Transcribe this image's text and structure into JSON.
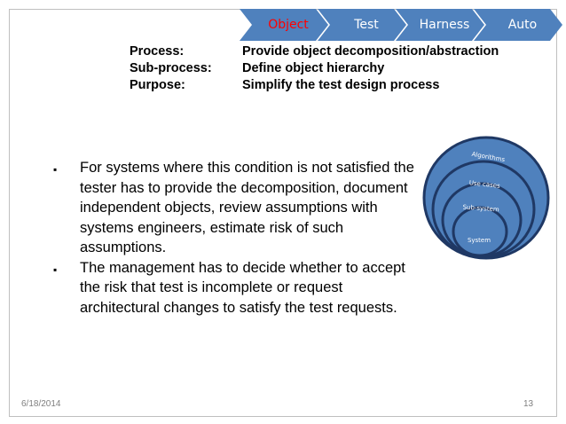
{
  "nav": {
    "steps": [
      "Object",
      "Test",
      "Harness",
      "Auto"
    ],
    "active_color": "#ff0000",
    "fill_color": "#4f81bd"
  },
  "meta": [
    {
      "key": "Process:",
      "value": "Provide object decomposition/abstraction"
    },
    {
      "key": "Sub-process:",
      "value": "Define object hierarchy"
    },
    {
      "key": "Purpose:",
      "value": "Simplify the test design process"
    }
  ],
  "bullets": [
    "For systems where this condition is not satisfied the tester has to provide the decomposition, document independent objects, review assumptions with systems engineers, estimate risk of such assumptions.",
    "The management has to decide whether to accept the risk that test is incomplete or request architectural changes to satisfy the test requests."
  ],
  "diagram": {
    "layers": [
      "Algorithms",
      "Use cases",
      "Sub-system",
      "System"
    ],
    "ring_color": "#4f81bd",
    "outline_color": "#1f3864"
  },
  "footer": {
    "date": "6/18/2014",
    "page": "13"
  }
}
